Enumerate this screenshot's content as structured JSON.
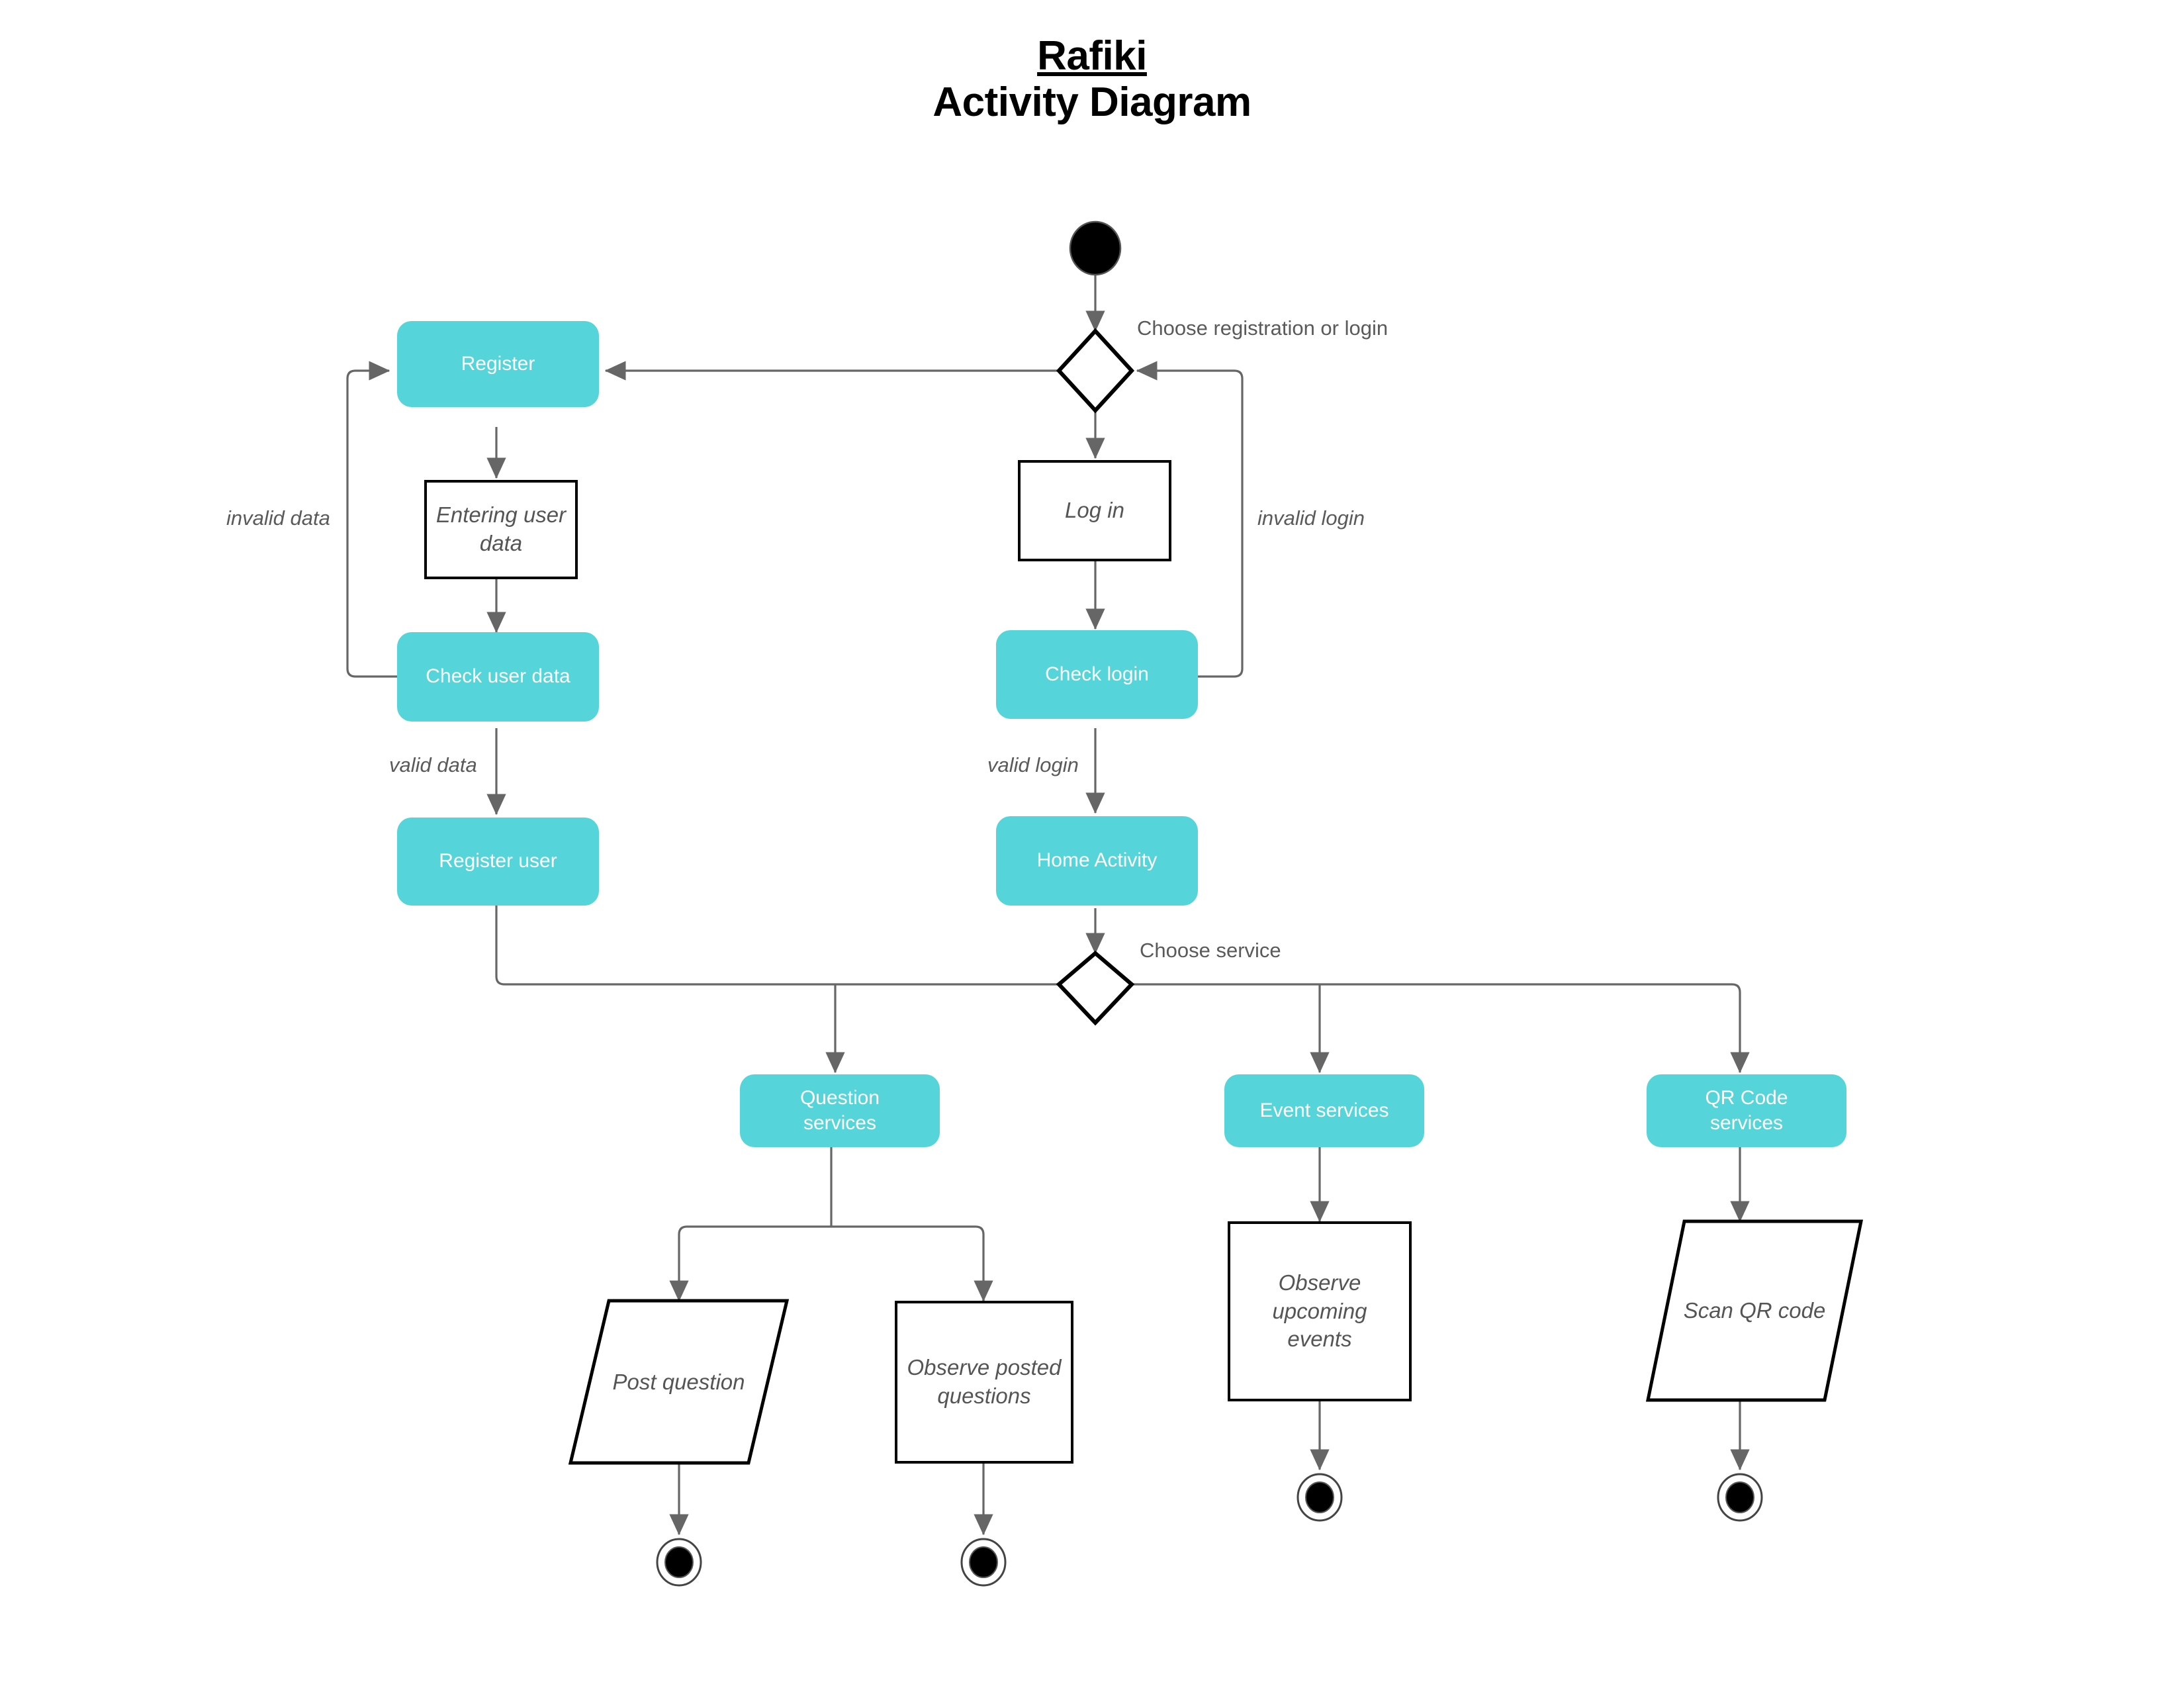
{
  "title": {
    "main": "Rafiki",
    "sub": "Activity Diagram"
  },
  "colors": {
    "action_fill": "#55d4d9",
    "action_text": "#ffffff",
    "object_border": "#000000",
    "object_text": "#555555",
    "edge": "#666666",
    "edge_label": "#5a5a5a",
    "node_fill": "#000000",
    "background": "#ffffff"
  },
  "nodes": {
    "start": {
      "type": "initial-node",
      "label": ""
    },
    "decision_auth": {
      "type": "decision",
      "label": ""
    },
    "register": {
      "type": "action",
      "label": "Register"
    },
    "entering_user_data": {
      "type": "object",
      "label": "Entering user\ndata"
    },
    "check_user_data": {
      "type": "action",
      "label": "Check user data"
    },
    "register_user": {
      "type": "action",
      "label": "Register user"
    },
    "log_in": {
      "type": "object",
      "label": "Log in"
    },
    "check_login": {
      "type": "action",
      "label": "Check login"
    },
    "home_activity": {
      "type": "action",
      "label": "Home Activity"
    },
    "decision_service": {
      "type": "decision",
      "label": ""
    },
    "question_services": {
      "type": "action",
      "label": "Question\nservices"
    },
    "event_services": {
      "type": "action",
      "label": "Event services"
    },
    "qr_code_services": {
      "type": "action",
      "label": "QR Code\nservices"
    },
    "post_question": {
      "type": "object-parallelogram",
      "label": "Post question"
    },
    "observe_posted_questions": {
      "type": "object",
      "label": "Observe posted\nquestions"
    },
    "observe_upcoming_events": {
      "type": "object",
      "label": "Observe upcoming\nevents"
    },
    "scan_qr_code": {
      "type": "object-parallelogram",
      "label": "Scan QR code"
    },
    "end_post_question": {
      "type": "final-node",
      "label": ""
    },
    "end_observe_questions": {
      "type": "final-node",
      "label": ""
    },
    "end_events": {
      "type": "final-node",
      "label": ""
    },
    "end_qr": {
      "type": "final-node",
      "label": ""
    }
  },
  "edge_labels": {
    "choose_registration_or_login": "Choose registration or login",
    "invalid_data": "invalid data",
    "valid_data": "valid data",
    "invalid_login": "invalid login",
    "valid_login": "valid login",
    "choose_service": "Choose service"
  }
}
